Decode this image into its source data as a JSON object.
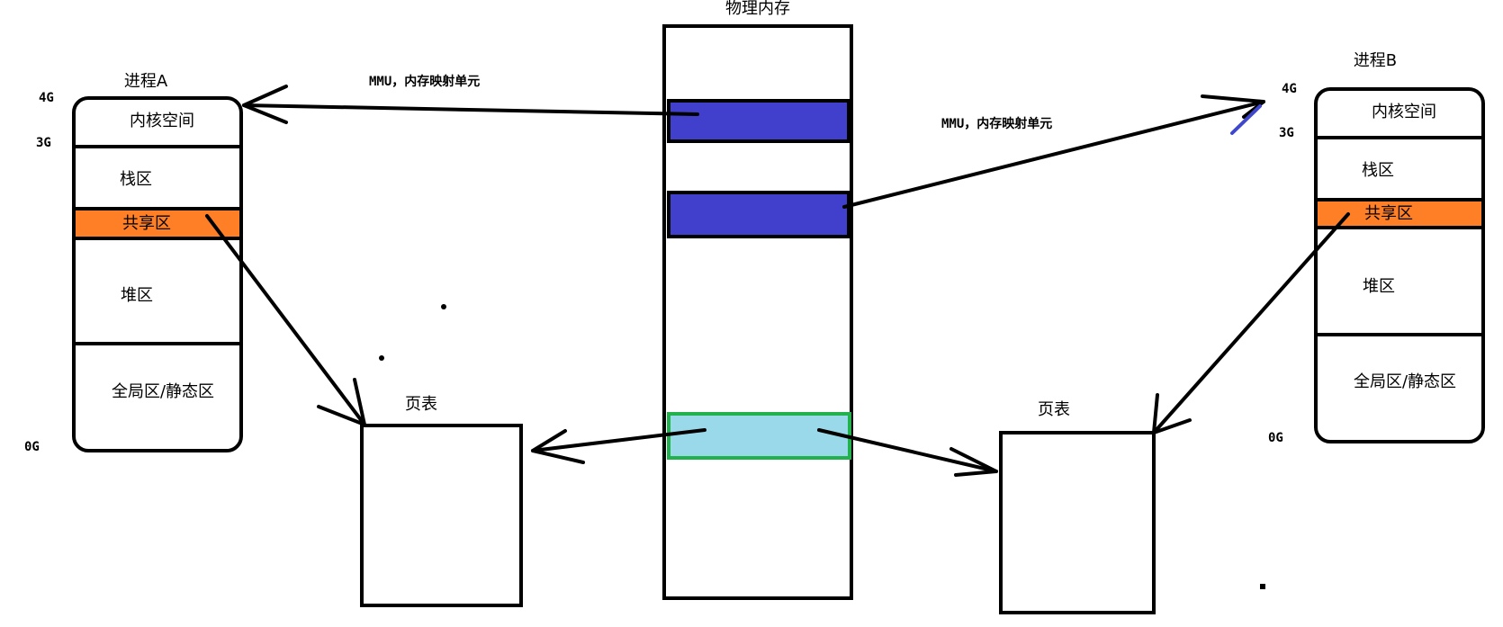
{
  "physical_memory": {
    "title": "物理内存"
  },
  "mmu_label_left": "MMU，内存映射单元",
  "mmu_label_right": "MMU，内存映射单元",
  "process_a": {
    "title": "进程A",
    "ticks": {
      "g4": "4G",
      "g3": "3G",
      "g0": "0G"
    },
    "regions": {
      "kernel": "内核空间",
      "stack": "栈区",
      "shared": "共享区",
      "heap": "堆区",
      "global": "全局区/静态区"
    }
  },
  "process_b": {
    "title": "进程B",
    "ticks": {
      "g4": "4G",
      "g3": "3G",
      "g0": "0G"
    },
    "regions": {
      "kernel": "内核空间",
      "stack": "栈区",
      "shared": "共享区",
      "heap": "堆区",
      "global": "全局区/静态区"
    }
  },
  "page_table_left": {
    "title": "页表"
  },
  "page_table_right": {
    "title": "页表"
  },
  "colors": {
    "mapped_block": "#4040cc",
    "shared_region": "#ff7f27",
    "shared_page": "#99d9ea",
    "shared_page_border": "#22b14c",
    "stray_stroke": "#3f48cc"
  }
}
